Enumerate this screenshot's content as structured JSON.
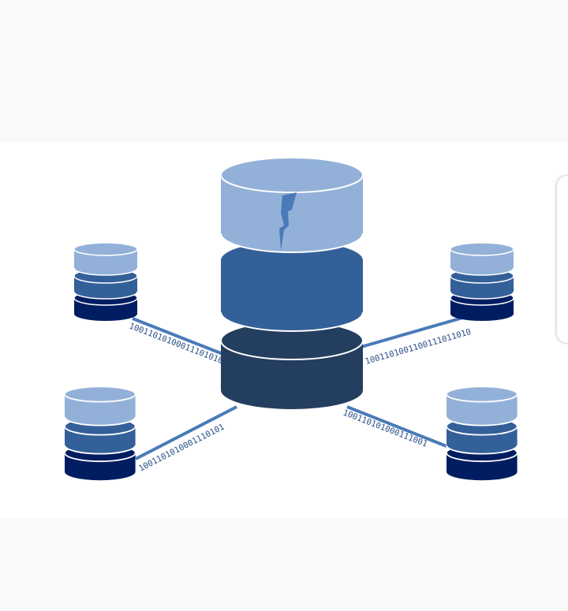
{
  "illustration": {
    "subject": "database-network-icon",
    "colors": {
      "background_top": "#f9f9f9",
      "panel": "#ffffff",
      "light_blue": "#93b1d8",
      "mid_blue": "#34609a",
      "dark_navy_small": "#011d62",
      "dark_navy_large": "#243e5f",
      "link_line": "#4a7ab8",
      "binary_text": "#2b4f86",
      "rim": "#ffffff"
    },
    "binary_labels": {
      "top_left": "10011010100011101010",
      "top_right": "1001101001100111011010",
      "bottom_left": "1001101010001110101",
      "bottom_right": "100110101000111001"
    },
    "icons": [
      "central-database-icon",
      "lightning-bolt-icon",
      "small-database-icon"
    ]
  }
}
